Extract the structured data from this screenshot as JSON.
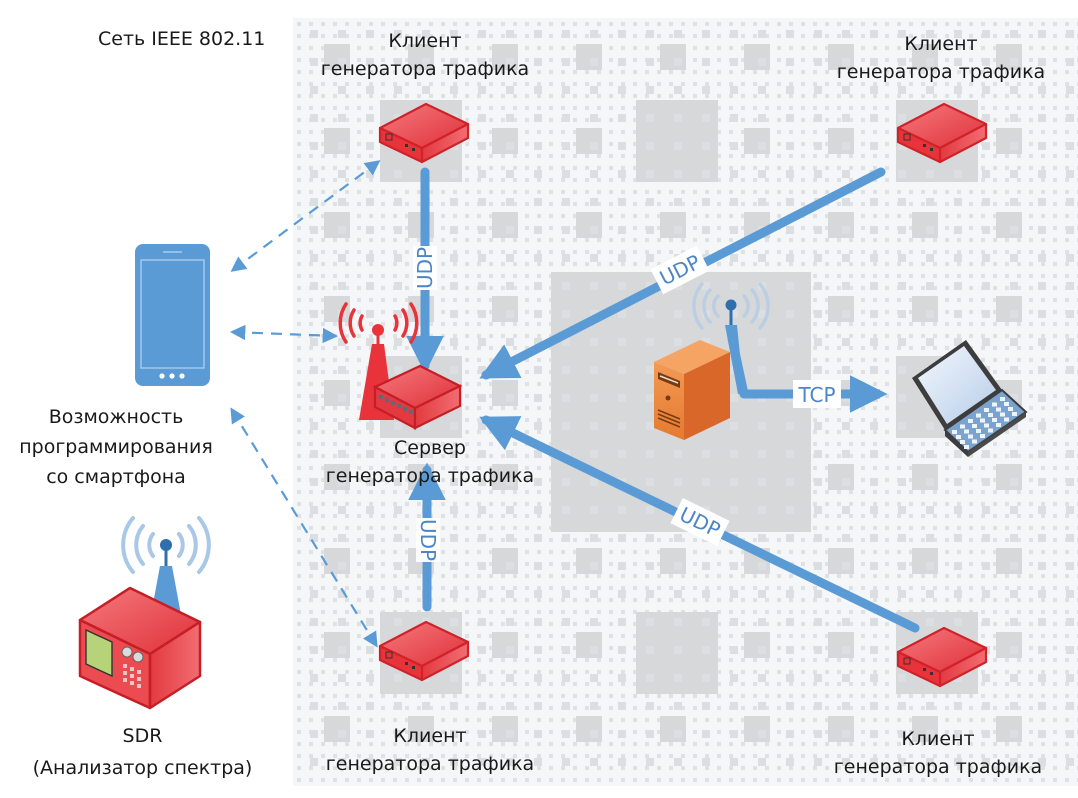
{
  "title": "Сеть IEEE 802.11",
  "colors": {
    "link": "#5b9bd5",
    "device_red": "#e8333a",
    "panel_bg": "#f4f6f8",
    "grid_square": "#d6d8da",
    "server_orange": "#e8823a"
  },
  "nodes": {
    "client_top": {
      "line1": "Клиент",
      "line2": "генератора трафика"
    },
    "client_top_right": {
      "line1": "Клиент",
      "line2": "генератора трафика"
    },
    "client_bottom": {
      "line1": "Клиент",
      "line2": "генератора трафика"
    },
    "client_bottom_right": {
      "line1": "Клиент",
      "line2": "генератора трафика"
    },
    "server": {
      "line1": "Сервер",
      "line2": "генератора трафика"
    },
    "smartphone": {
      "line1": "Возможность",
      "line2": "программирования",
      "line3": "со смартфона"
    },
    "sdr": {
      "line1": "SDR",
      "line2": "(Анализатор спектра)"
    }
  },
  "links": {
    "top_to_server": "UDP",
    "top_right_to_server": "UDP",
    "bottom_to_server": "UDP",
    "bottom_right_to_server": "UDP",
    "pc_to_laptop": "TCP"
  },
  "icons": {
    "client": "router-icon",
    "server": "access-point-icon",
    "phone": "smartphone-icon",
    "sdr": "spectrum-analyzer-icon",
    "pc": "desktop-tower-icon",
    "laptop": "laptop-icon"
  }
}
